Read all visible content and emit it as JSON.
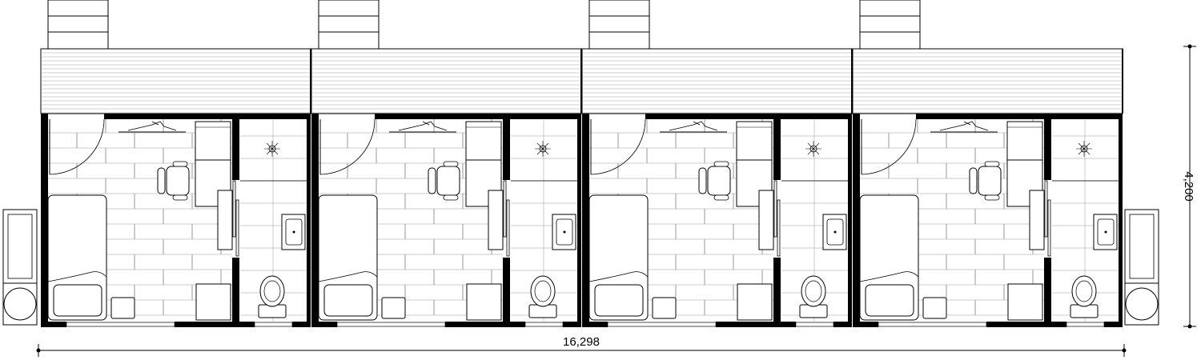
{
  "drawing": {
    "unit_count": 4,
    "colors": {
      "wall": "#000000",
      "line": "#000000",
      "fine": "#9a9a9a",
      "paper": "#ffffff"
    }
  },
  "dimensions": {
    "overall_width": "16,298",
    "overall_height": "4,200"
  },
  "units": [
    {
      "id": "unit-1",
      "fixtures": [
        "entry-door",
        "bed",
        "pillow",
        "nightstand",
        "desk",
        "chair",
        "wardrobe",
        "shelf",
        "clothes-rail",
        "shower-drain",
        "washbasin",
        "toilet",
        "bathroom-door"
      ]
    },
    {
      "id": "unit-2",
      "fixtures": [
        "entry-door",
        "bed",
        "pillow",
        "nightstand",
        "desk",
        "chair",
        "wardrobe",
        "shelf",
        "clothes-rail",
        "shower-drain",
        "washbasin",
        "toilet",
        "bathroom-door"
      ]
    },
    {
      "id": "unit-3",
      "fixtures": [
        "entry-door",
        "bed",
        "pillow",
        "nightstand",
        "desk",
        "chair",
        "wardrobe",
        "shelf",
        "clothes-rail",
        "shower-drain",
        "washbasin",
        "toilet",
        "bathroom-door"
      ]
    },
    {
      "id": "unit-4",
      "fixtures": [
        "entry-door",
        "bed",
        "pillow",
        "nightstand",
        "desk",
        "chair",
        "wardrobe",
        "shelf",
        "clothes-rail",
        "shower-drain",
        "washbasin",
        "toilet",
        "bathroom-door"
      ]
    }
  ],
  "end_fixtures": [
    "planter-box",
    "round-table"
  ]
}
